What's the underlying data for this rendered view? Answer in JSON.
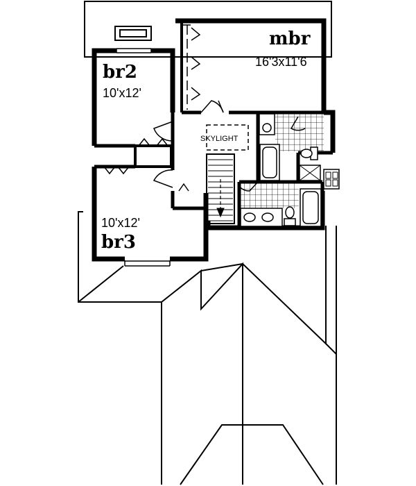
{
  "rooms": {
    "mbr": {
      "name": "mbr",
      "dims": "16'3x11'6"
    },
    "br2": {
      "name": "br2",
      "dims": "10'x12'"
    },
    "br3": {
      "name": "br3",
      "dims": "10'x12'"
    }
  },
  "skylight": {
    "label": "SKYLIGHT"
  },
  "colors": {
    "line": "#000000",
    "background": "#ffffff"
  }
}
